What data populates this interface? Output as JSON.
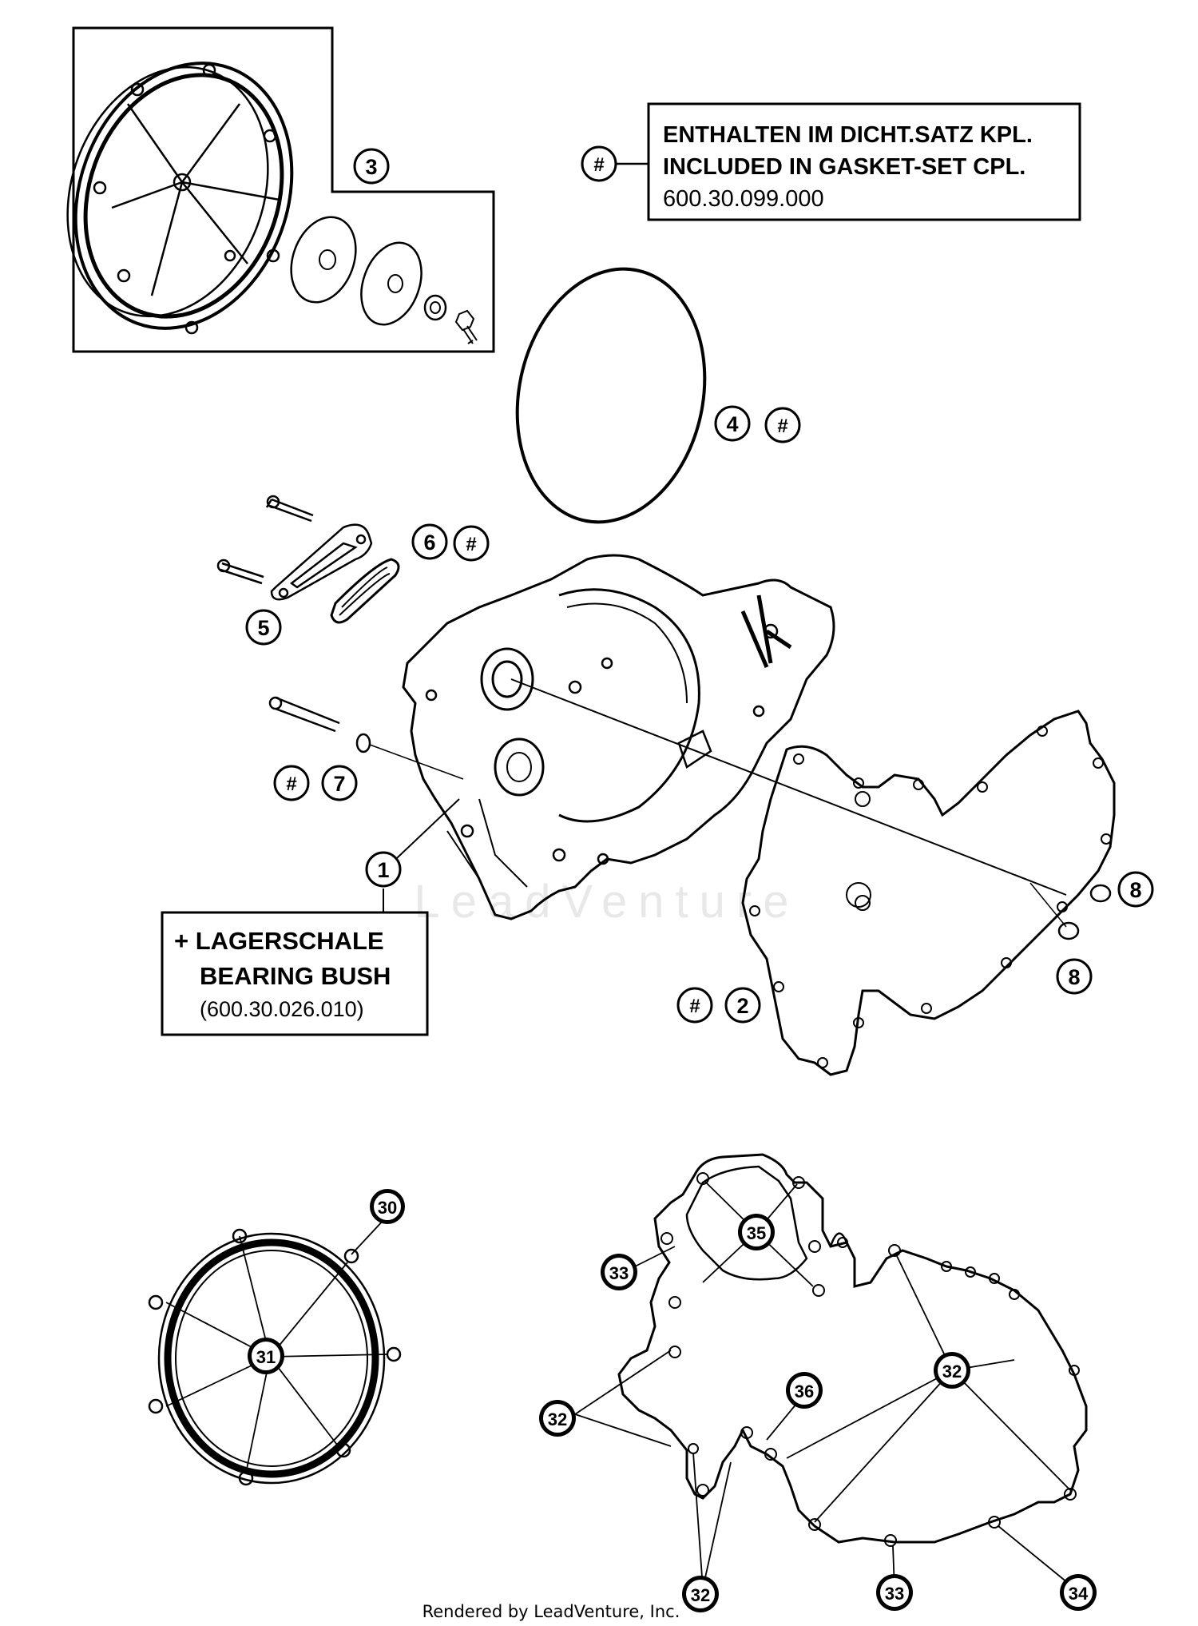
{
  "note_gasket_set": {
    "line_de": "ENTHALTEN IM DICHT.SATZ KPL.",
    "line_en": "INCLUDED IN GASKET-SET CPL.",
    "part_no": "600.30.099.000",
    "marker": "#"
  },
  "note_bearing": {
    "line_de": "+ LAGERSCHALE",
    "line_en": "BEARING BUSH",
    "part_no": "(600.30.026.010)"
  },
  "callouts": {
    "c1": "1",
    "c2": "2",
    "c3": "3",
    "c4": "4",
    "c5": "5",
    "c6": "6",
    "c7": "7",
    "c8a": "8",
    "c8b": "8",
    "hash": "#",
    "c30": "30",
    "c31": "31",
    "c32": "32",
    "c33": "33",
    "c34": "34",
    "c35": "35",
    "c36": "36"
  },
  "watermark": "LeadVenture",
  "footer": "Rendered by LeadVenture, Inc."
}
